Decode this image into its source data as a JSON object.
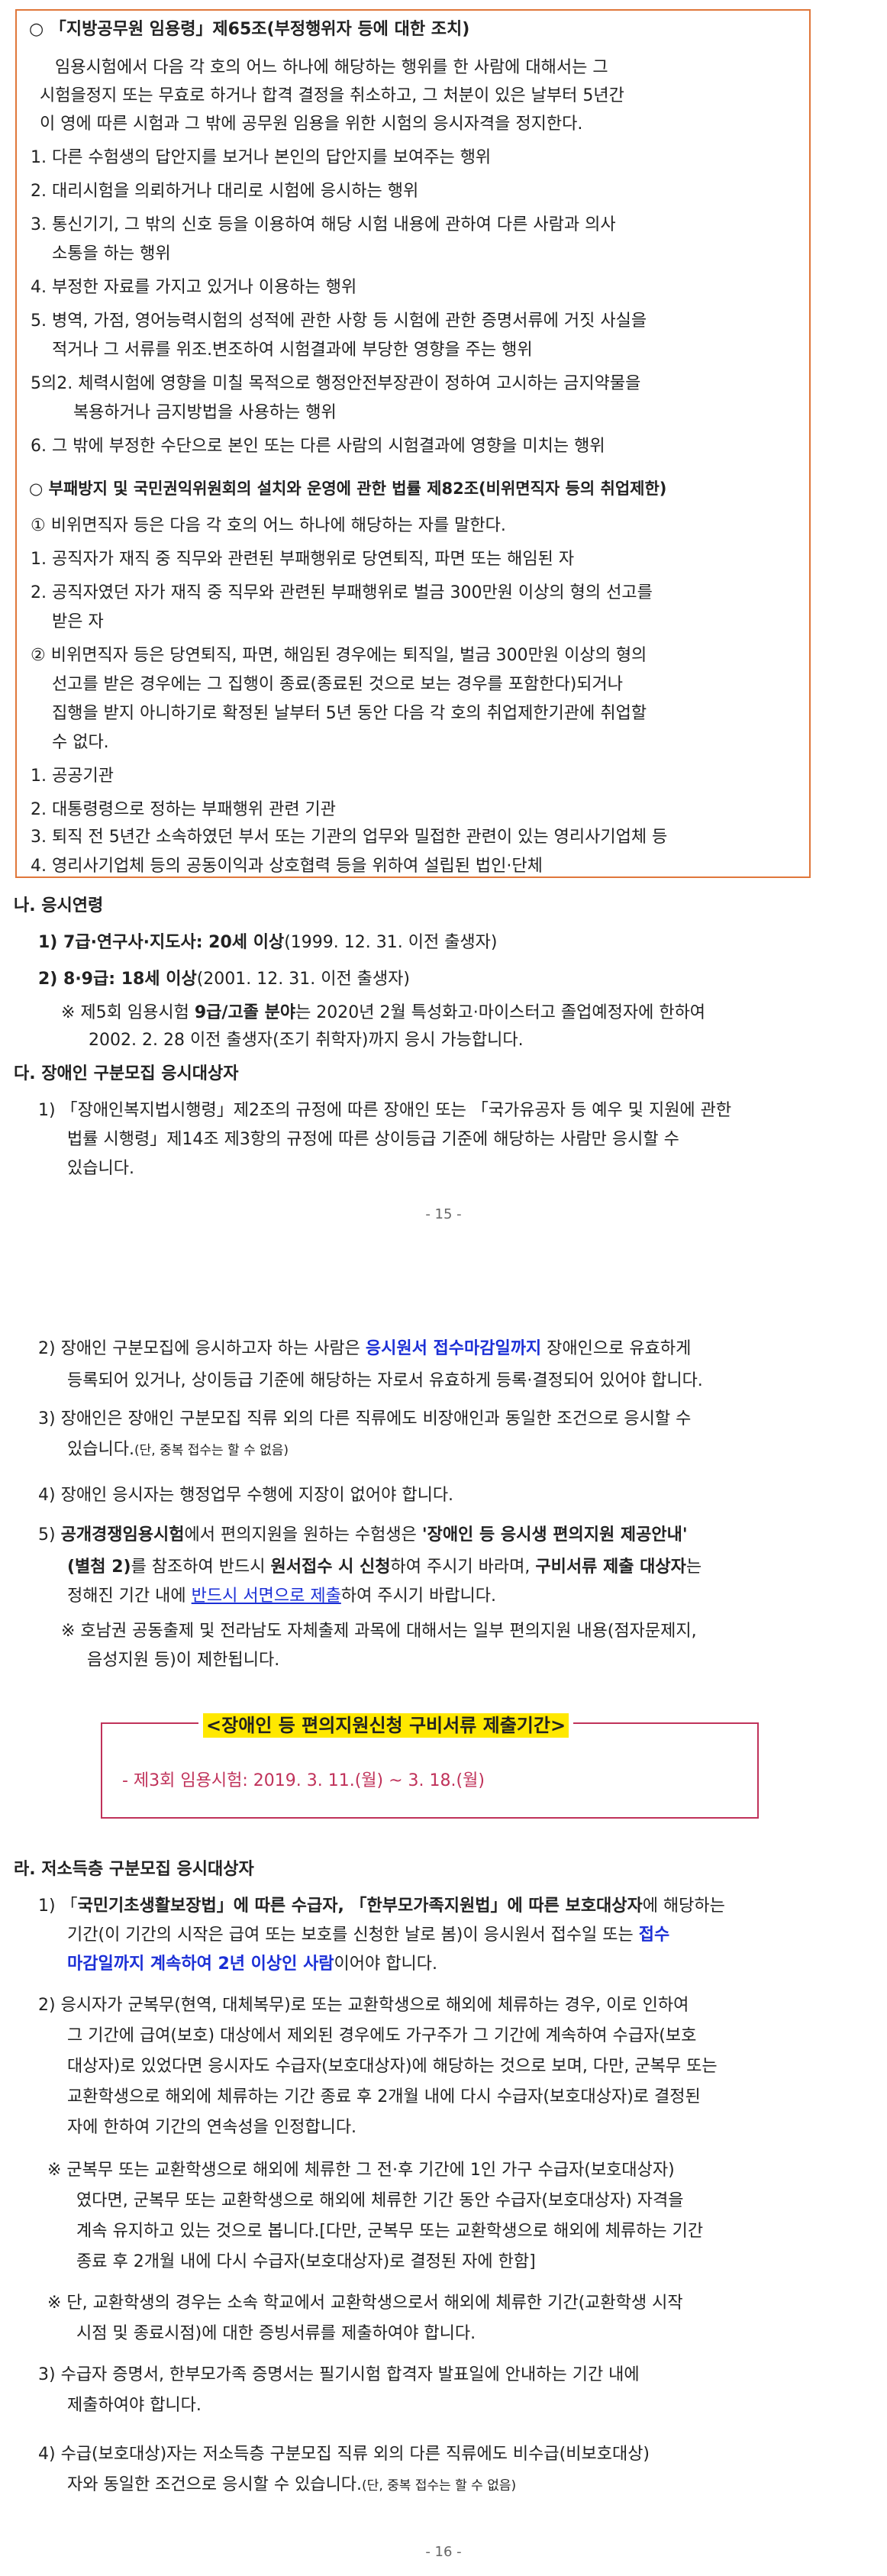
{
  "box": {
    "s1_title": "○ 「지방공무원 임용령」제65조(부정행위자 등에 대한 조치)",
    "s1_intro": [
      "임용시험에서 다음 각 호의 어느 하나에 해당하는 행위를 한 사람에 대해서는 그",
      "시험을정지 또는 무효로 하거나 합격 결정을 취소하고, 그 처분이 있은 날부터 5년간",
      "이 영에 따른 시험과 그 밖에 공무원 임용을 위한 시험의 응시자격을 정지한다."
    ],
    "s1_items": [
      "1. 다른 수험생의 답안지를 보거나 본인의 답안지를 보여주는 행위",
      "2. 대리시험을 의뢰하거나 대리로 시험에 응시하는 행위",
      "3. 통신기기, 그 밖의 신호 등을 이용하여 해당 시험 내용에 관하여 다른 사람과 의사",
      "    소통을 하는 행위",
      "4. 부정한 자료를 가지고 있거나 이용하는 행위",
      "5. 병역, 가점, 영어능력시험의 성적에 관한 사항 등 시험에 관한 증명서류에 거짓 사실을",
      "    적거나 그 서류를 위조.변조하여 시험결과에 부당한 영향을 주는 행위",
      "5의2. 체력시험에 영향을 미칠 목적으로 행정안전부장관이 정하여 고시하는 금지약물을",
      "        복용하거나 금지방법을 사용하는 행위",
      "6. 그 밖에 부정한 수단으로 본인 또는 다른 사람의 시험결과에 영향을 미치는 행위"
    ],
    "s2_title": "○ 부패방지 및 국민권익위원회의 설치와 운영에 관한 법률 제82조(비위면직자 등의 취업제한)",
    "s2_lines": [
      "① 비위면직자 등은 다음 각 호의 어느 하나에 해당하는 자를 말한다.",
      "1. 공직자가 재직 중 직무와 관련된 부패행위로 당연퇴직, 파면 또는 해임된 자",
      "2. 공직자였던 자가 재직 중 직무와 관련된 부패행위로 벌금 300만원 이상의 형의 선고를",
      "    받은 자",
      "② 비위면직자 등은 당연퇴직, 파면, 해임된 경우에는 퇴직일, 벌금 300만원 이상의 형의",
      "    선고를 받은 경우에는 그 집행이 종료(종료된 것으로 보는 경우를 포함한다)되거나",
      "    집행을 받지 아니하기로 확정된 날부터 5년 동안 다음 각 호의 취업제한기관에 취업할",
      "    수 없다.",
      "1. 공공기관",
      "2. 대통령령으로 정하는 부패행위 관련 기관",
      "3. 퇴직 전 5년간 소속하였던 부서 또는 기관의 업무와 밀접한 관련이 있는 영리사기업체 등",
      "4. 영리사기업체 등의 공동이익과 상호협력 등을 위하여 설립된 법인·단체"
    ]
  },
  "na": {
    "heading": "나. 응시연령",
    "item1_bold": "1) 7급·연구사·지도사: 20세 이상",
    "item1_rest": "(1999. 12. 31. 이전 출생자)",
    "item2_bold": "2) 8·9급: 18세 이상",
    "item2_rest": "(2001. 12. 31. 이전 출생자)",
    "note_a": "※ 제5회 임용시험 ",
    "note_b": "9급/고졸 분야",
    "note_c": "는 2020년 2월 특성화고·마이스터고 졸업예정자에 한하여",
    "note_2": "2002. 2. 28 이전 출생자(조기 취학자)까지 응시 가능합니다."
  },
  "da": {
    "heading": "다. 장애인 구분모집 응시대상자",
    "item1": [
      "1) 「장애인복지법시행령」제2조의 규정에 따른 장애인 또는 「국가유공자 등 예우 및 지원에 관한",
      "법률 시행령」제14조 제3항의 규정에 따른 상이등급 기준에 해당하는 사람만 응시할 수",
      "있습니다."
    ],
    "page15": "- 15 -",
    "item2_a": "2) 장애인 구분모집에 응시하고자 하는 사람은 ",
    "item2_b": "응시원서 접수마감일까지",
    "item2_c": " 장애인으로 유효하게",
    "item2_2": "등록되어 있거나, 상이등급 기준에 해당하는 자로서 유효하게 등록·결정되어 있어야 합니다.",
    "item3_1": "3) 장애인은 장애인 구분모집 직류 외의 다른 직류에도 비장애인과 동일한 조건으로 응시할 수",
    "item3_2a": "있습니다.",
    "item3_2b": "(단, 중복 접수는 할 수 없음)",
    "item4": "4) 장애인 응시자는 행정업무 수행에 지장이 없어야 합니다.",
    "item5_1a": "5) ",
    "item5_1b": "공개경쟁임용시험",
    "item5_1c": "에서 편의지원을 원하는 수험생은 ",
    "item5_1d": "'장애인 등 응시생 편의지원 제공안내'",
    "item5_2a": "(별첨 2)",
    "item5_2b": "를 참조하여 반드시 ",
    "item5_2c": "원서접수 시 신청",
    "item5_2d": "하여 주시기 바라며, ",
    "item5_2e": "구비서류 제출 대상자",
    "item5_2f": "는",
    "item5_3a": "정해진 기간 내에 ",
    "item5_3b": "반드시 서면으로 제출",
    "item5_3c": "하여 주시기 바랍니다.",
    "note_1": "※ 호남권 공동출제 및 전라남도 자체출제 과목에 대해서는 일부 편의지원 내용(점자문제지,",
    "note_2": "음성지원 등)이 제한됩니다.",
    "notice_title": "<장애인 등 편의지원신청 구비서류 제출기간>",
    "notice_body": "- 제3회 임용시험: 2019. 3. 11.(월) ~ 3. 18.(월)"
  },
  "ra": {
    "heading": "라. 저소득층 구분모집 응시대상자",
    "item1_1a": "1) 「",
    "item1_1b": "국민기초생활보장법",
    "item1_1c": "」에 따른 수급자, 「",
    "item1_1d": "한부모가족지원법",
    "item1_1e": "」에 따른 보호대상자",
    "item1_1f": "에 해당하는",
    "item1_2a": "기간(이 기간의 시작은 급여 또는 보호를 신청한 날로 봄)이 응시원서 접수일 또는 ",
    "item1_2b": "접수",
    "item1_3a": "마감일까지 계속하여 2년 이상인 사람",
    "item1_3b": "이어야 합니다.",
    "item2": [
      "2) 응시자가 군복무(현역, 대체복무)로 또는 교환학생으로 해외에 체류하는 경우, 이로 인하여",
      "그 기간에 급여(보호) 대상에서 제외된 경우에도 가구주가 그 기간에 계속하여 수급자(보호",
      "대상자)로 있었다면 응시자도 수급자(보호대상자)에 해당하는 것으로 보며, 다만, 군복무 또는",
      "교환학생으로 해외에 체류하는 기간 종료 후 2개월 내에 다시 수급자(보호대상자)로 결정된",
      "자에 한하여 기간의 연속성을 인정합니다."
    ],
    "note1": [
      "※ 군복무 또는 교환학생으로 해외에 체류한 그 전·후 기간에 1인 가구 수급자(보호대상자)",
      "였다면, 군복무 또는 교환학생으로 해외에 체류한 기간 동안 수급자(보호대상자) 자격을",
      "계속 유지하고 있는 것으로 봅니다.[다만, 군복무 또는 교환학생으로 해외에 체류하는 기간",
      "종료 후 2개월 내에 다시 수급자(보호대상자)로 결정된 자에 한함]"
    ],
    "note2": [
      "※ 단, 교환학생의 경우는 소속 학교에서 교환학생으로서 해외에 체류한 기간(교환학생 시작",
      "시점 및 종료시점)에 대한 증빙서류를 제출하여야 합니다."
    ],
    "item3": [
      "3) 수급자 증명서, 한부모가족 증명서는 필기시험 합격자 발표일에 안내하는 기간 내에",
      "제출하여야 합니다."
    ],
    "item4_1": "4) 수급(보호대상)자는 저소득층 구분모집 직류 외의 다른 직류에도 비수급(비보호대상)",
    "item4_2a": "자와 동일한 조건으로 응시할 수 있습니다.",
    "item4_2b": "(단, 중복 접수는 할 수 없음)",
    "page16": "- 16 -"
  }
}
